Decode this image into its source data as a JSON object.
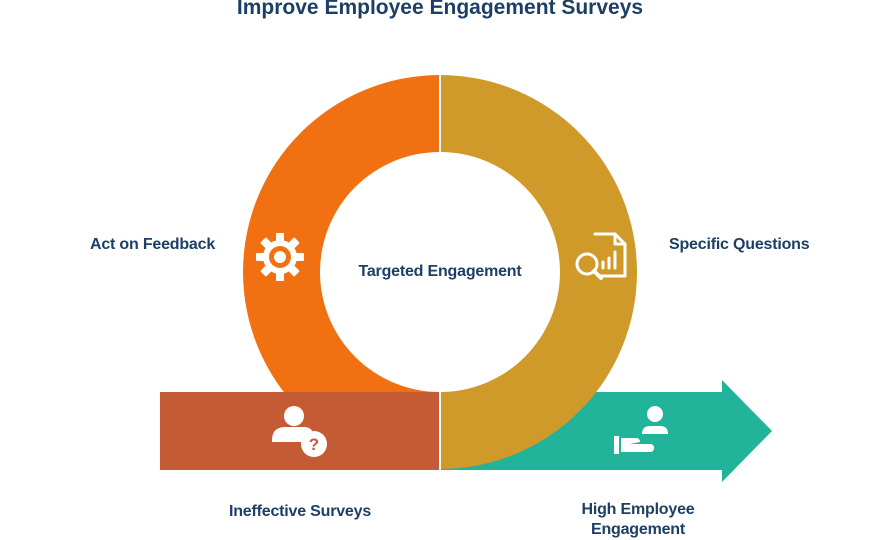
{
  "title": "Improve Employee Engagement Surveys",
  "center_label": "Targeted Engagement",
  "stages": {
    "act_on_feedback": {
      "label": "Act on Feedback",
      "color": "#f07012",
      "icon": "gear-icon"
    },
    "specific_questions": {
      "label": "Specific Questions",
      "color": "#cf9a2a",
      "icon": "magnifier-chart-icon"
    },
    "ineffective_surveys": {
      "label": "Ineffective Surveys",
      "color": "#c55b34",
      "icon": "person-question-icon"
    },
    "high_engagement": {
      "label_line1": "High Employee",
      "label_line2": "Engagement",
      "color": "#22b39b",
      "icon": "person-hand-icon"
    }
  },
  "colors": {
    "text": "#1d3f66",
    "background": "#ffffff"
  }
}
